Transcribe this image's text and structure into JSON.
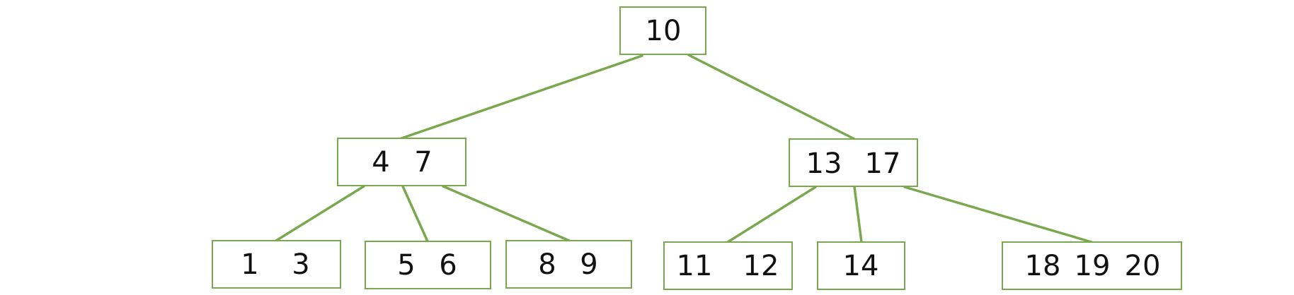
{
  "tree": {
    "nodes": [
      {
        "id": "root",
        "keys": [
          "10"
        ]
      },
      {
        "id": "left-internal",
        "keys": [
          "4",
          "7"
        ]
      },
      {
        "id": "right-internal",
        "keys": [
          "13",
          "17"
        ]
      },
      {
        "id": "leaf-1-3",
        "keys": [
          "1",
          "3"
        ]
      },
      {
        "id": "leaf-5-6",
        "keys": [
          "5",
          "6"
        ]
      },
      {
        "id": "leaf-8-9",
        "keys": [
          "8",
          "9"
        ]
      },
      {
        "id": "leaf-11-12",
        "keys": [
          "11",
          "12"
        ]
      },
      {
        "id": "leaf-14",
        "keys": [
          "14"
        ]
      },
      {
        "id": "leaf-18-19-20",
        "keys": [
          "18",
          "19",
          "20"
        ]
      }
    ],
    "edges": [
      {
        "from": "root",
        "to": "left-internal"
      },
      {
        "from": "root",
        "to": "right-internal"
      },
      {
        "from": "left-internal",
        "to": "leaf-1-3"
      },
      {
        "from": "left-internal",
        "to": "leaf-5-6"
      },
      {
        "from": "left-internal",
        "to": "leaf-8-9"
      },
      {
        "from": "right-internal",
        "to": "leaf-11-12"
      },
      {
        "from": "right-internal",
        "to": "leaf-14"
      },
      {
        "from": "right-internal",
        "to": "leaf-18-19-20"
      }
    ],
    "colors": {
      "stroke": "#7aa84f",
      "text": "#111111",
      "background": "#ffffff"
    }
  }
}
